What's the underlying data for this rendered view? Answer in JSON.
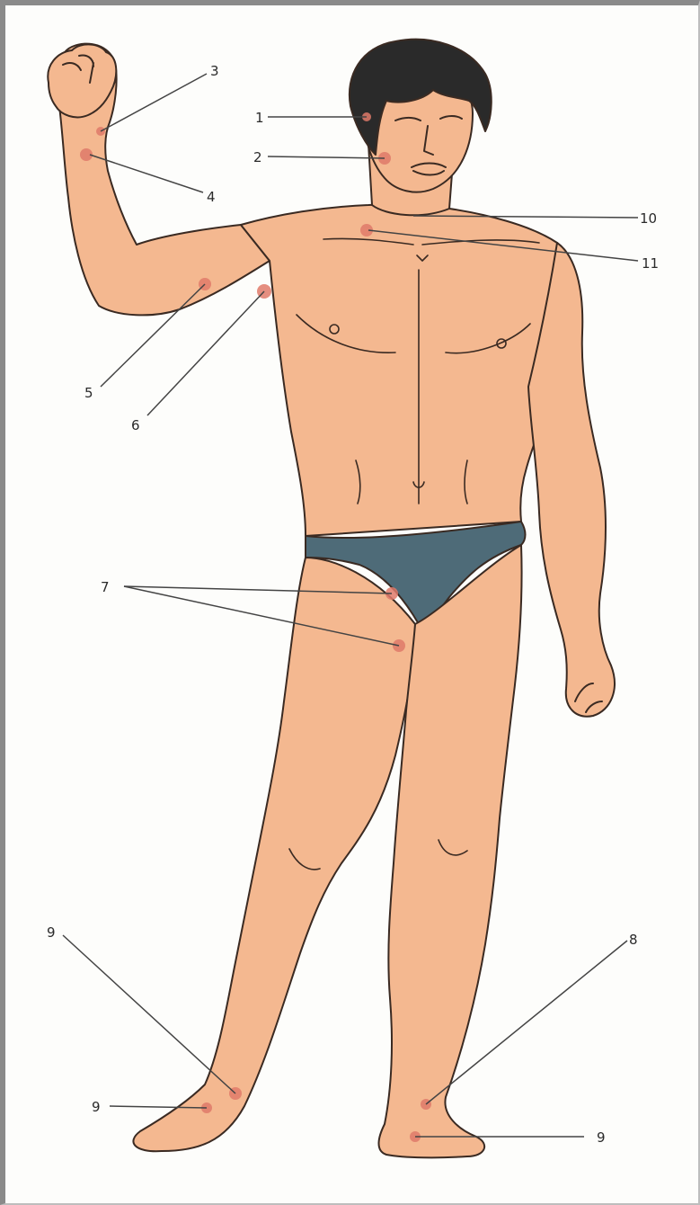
{
  "labels": {
    "l1": "1",
    "l2": "2",
    "l3": "3",
    "l4": "4",
    "l5": "5",
    "l6": "6",
    "l7": "7",
    "l8": "8",
    "l9_right": "9",
    "l9_left": "9",
    "l9_top": "9",
    "l10": "10",
    "l11": "11"
  },
  "colors": {
    "skin": "#f4b890",
    "skin_shadow": "#e7a27a",
    "outline": "#3a2a22",
    "hair": "#2a2a2a",
    "briefs": "#4e6b78",
    "point": "#e07a6a",
    "leader": "#444444"
  }
}
